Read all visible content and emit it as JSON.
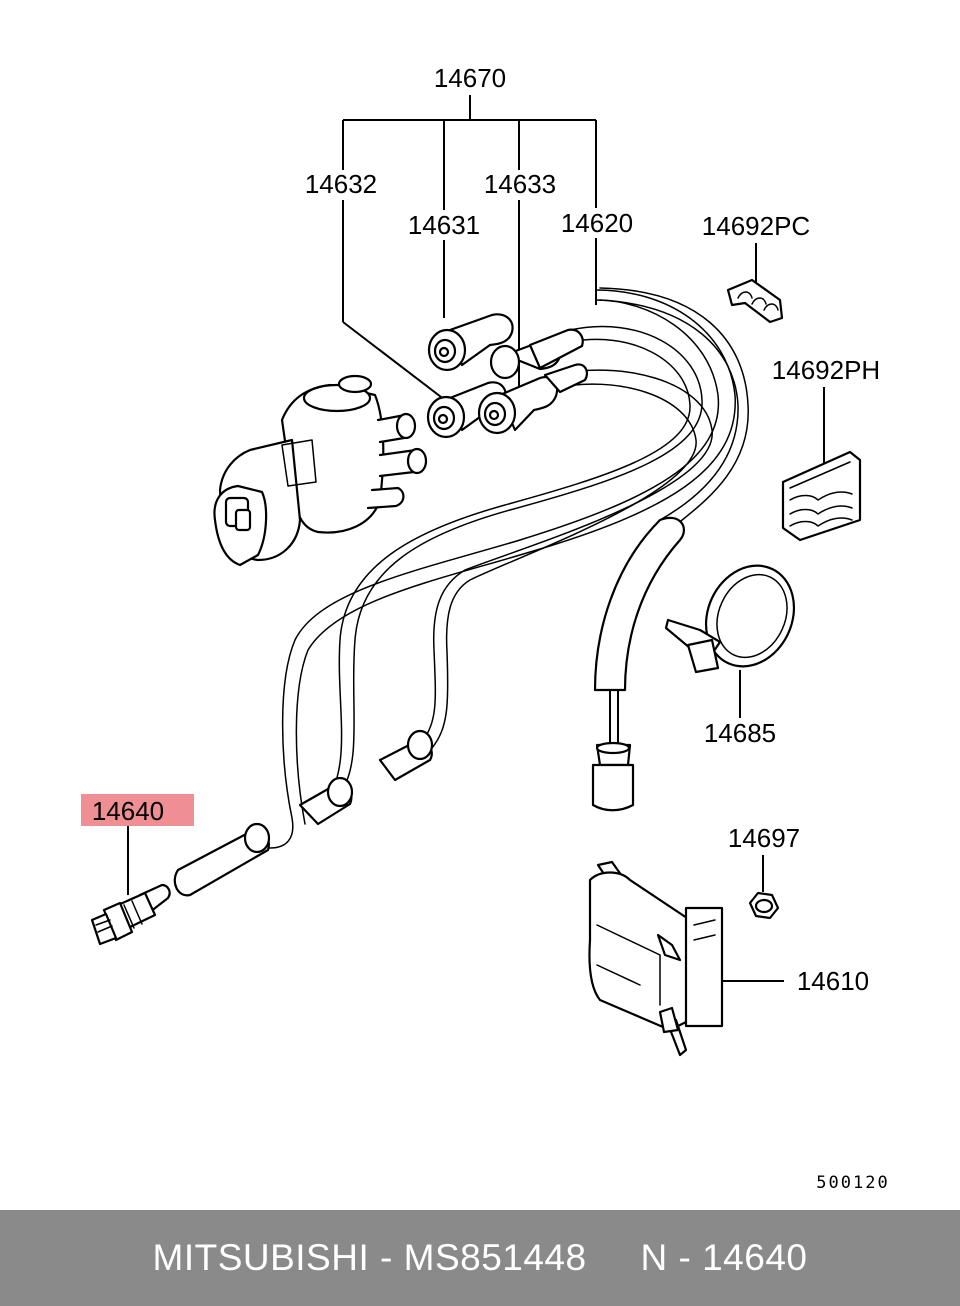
{
  "labels": {
    "harness_set": "14670",
    "cable_14632": "14632",
    "cable_14633": "14633",
    "cable_14631": "14631",
    "cable_14620": "14620",
    "clamp_pc": "14692PC",
    "clamp_ph": "14692PH",
    "band": "14685",
    "spark_plug": "14640",
    "nut": "14697",
    "coil": "14610"
  },
  "diagram_code": "500120",
  "footer": {
    "text": "MITSUBISHI - MS851448     N - 14640"
  },
  "colors": {
    "highlight": "#ef8e93",
    "footer_bg": "#8a8a8a",
    "footer_text": "#ffffff"
  }
}
